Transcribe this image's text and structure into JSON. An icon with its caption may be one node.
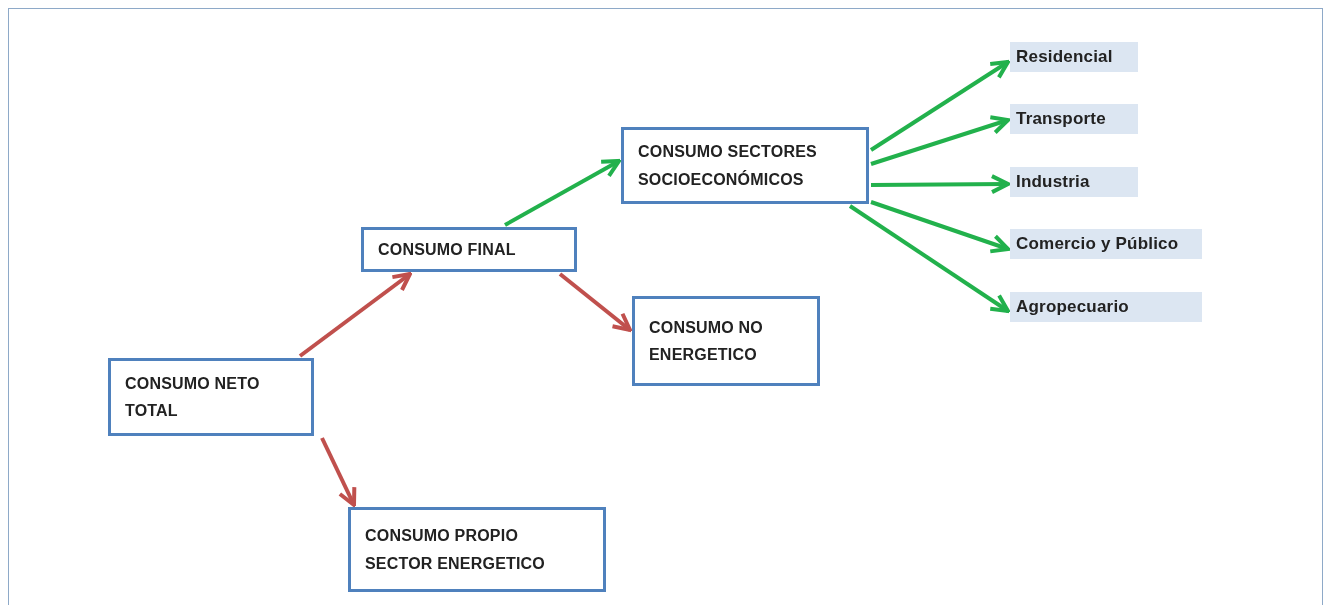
{
  "diagram": {
    "nodes": [
      {
        "text": [
          "CONSUMO NETO TOTAL"
        ]
      },
      {
        "text": [
          "CONSUMO FINAL"
        ]
      },
      {
        "text": [
          "CONSUMO PROPIO SECTOR ENERGETICO"
        ]
      },
      {
        "text": [
          "CONSUMO SECTORES SOCIOECONÓMICOS"
        ]
      },
      {
        "text": [
          "CONSUMO NO ENERGETICO"
        ]
      },
      {
        "text": [
          "Residencial"
        ]
      },
      {
        "text": [
          "Transporte"
        ]
      },
      {
        "text": [
          "Industria"
        ]
      },
      {
        "text": [
          "Comercio y Público"
        ]
      },
      {
        "text": [
          "Agropecuario"
        ]
      }
    ],
    "edges": [
      {
        "from": 0,
        "to": 1,
        "arrow": "to",
        "color": "#c0504d"
      },
      {
        "from": 0,
        "to": 2,
        "arrow": "to",
        "color": "#c0504d"
      },
      {
        "from": 1,
        "to": 3,
        "arrow": "to"
      },
      {
        "from": 1,
        "to": 4,
        "arrow": "to",
        "color": "#c0504d"
      },
      {
        "from": 3,
        "to": 5,
        "arrow": "to"
      },
      {
        "from": 3,
        "to": 6,
        "arrow": "to"
      },
      {
        "from": 3,
        "to": 7,
        "arrow": "to"
      },
      {
        "from": 3,
        "to": 8,
        "arrow": "to"
      },
      {
        "from": 3,
        "to": 9,
        "arrow": "to"
      }
    ]
  }
}
